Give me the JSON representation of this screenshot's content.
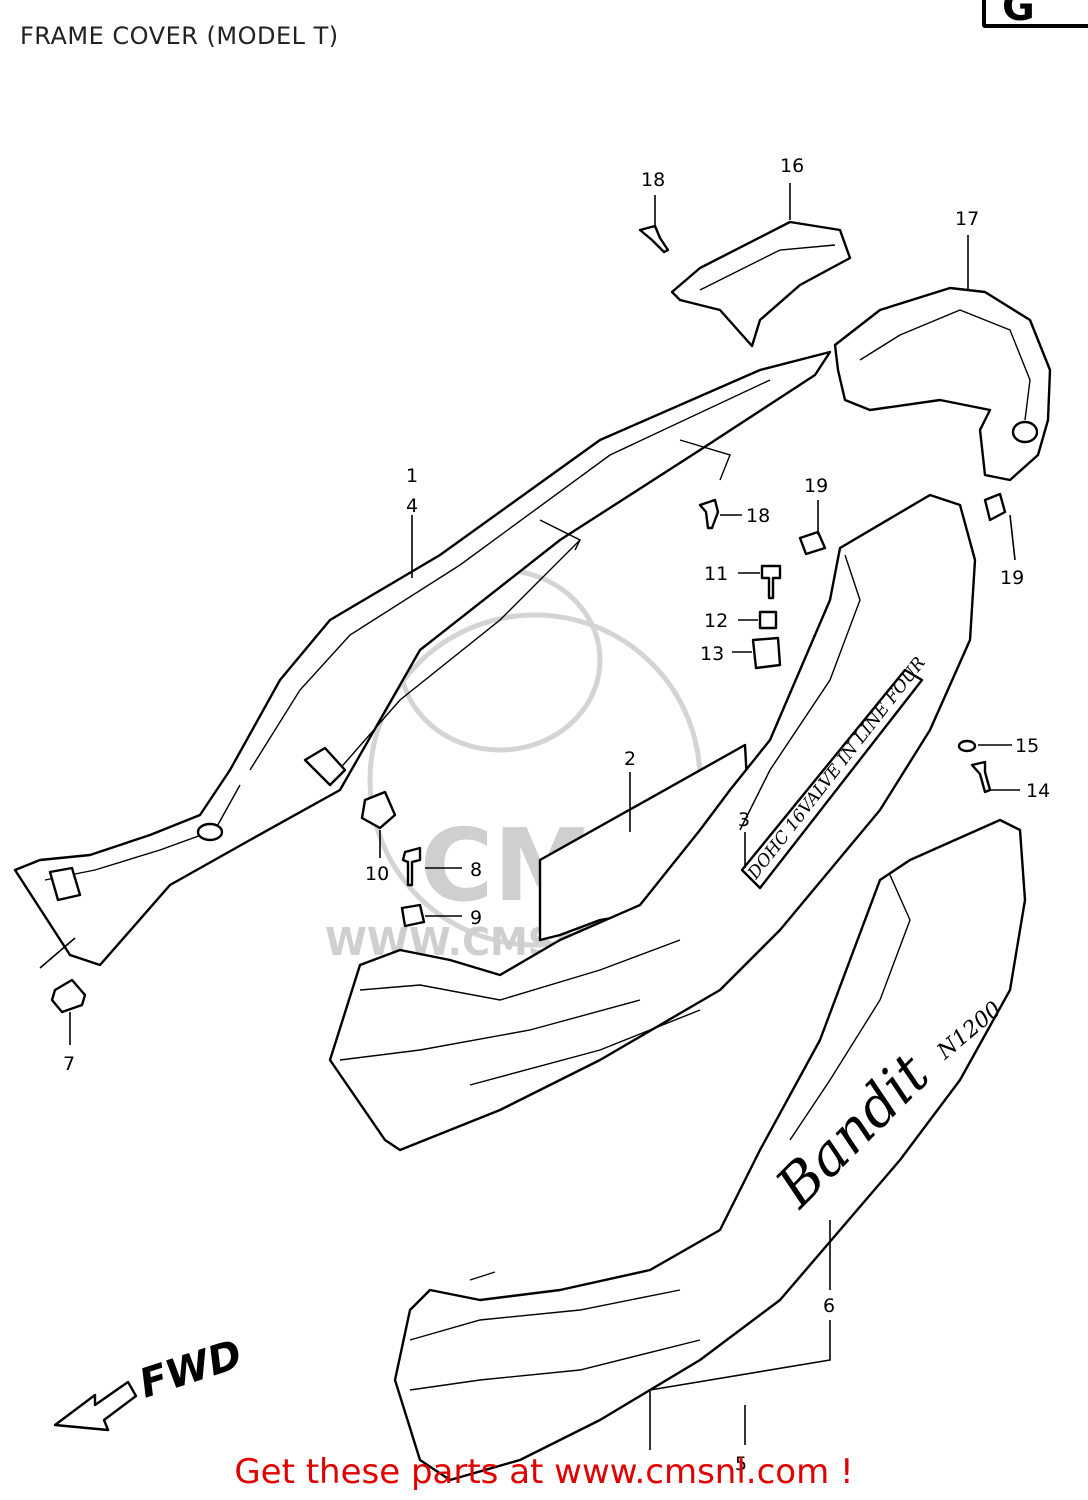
{
  "title": "FRAME COVER (MODEL T)",
  "corner_tab": "G",
  "callouts": [
    "1",
    "4",
    "2",
    "3",
    "5",
    "6",
    "7",
    "8",
    "9",
    "10",
    "11",
    "12",
    "13",
    "14",
    "15",
    "16",
    "17",
    "18",
    "18",
    "19",
    "19"
  ],
  "direction_label": "FWD",
  "decals": {
    "engine": "DOHC 16VALVE IN LINE FOUR",
    "brand": "Bandit",
    "model": "N1200"
  },
  "watermark": {
    "logo": "CMS",
    "url": "WWW.CMSNL.COM"
  },
  "footer": "Get these parts at www.cmsnl.com !",
  "colors": {
    "footer_text": "#e00000",
    "watermark": "#cfcfcf",
    "line_art": "#000000"
  }
}
